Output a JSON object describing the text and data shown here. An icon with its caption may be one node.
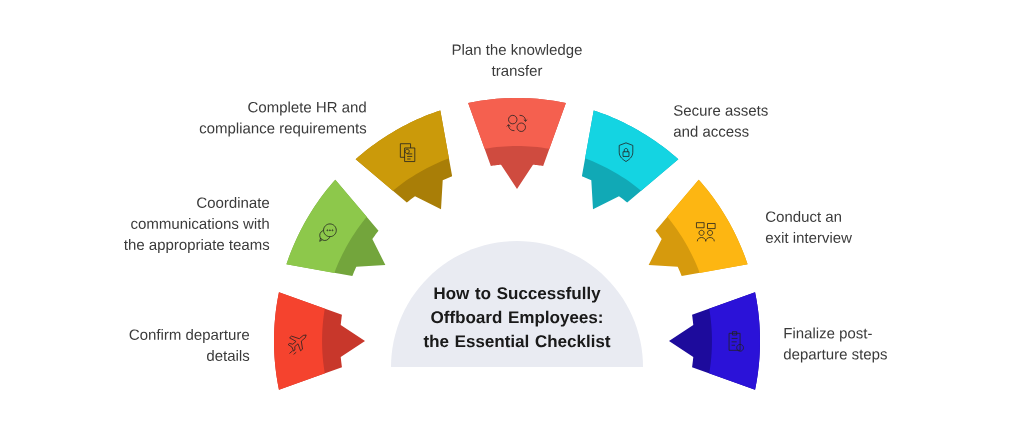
{
  "diagram": {
    "nodes": [
      {
        "text": [
          "How to Successfully Offboard Employees: the Essential Checklist"
        ]
      },
      {
        "text": [
          "Confirm departure details"
        ]
      },
      {
        "text": [
          "Coordinate communications with the appropriate teams"
        ]
      },
      {
        "text": [
          "Complete HR and compliance requirements"
        ]
      },
      {
        "text": [
          "Plan the knowledge transfer"
        ]
      },
      {
        "text": [
          "Secure assets and access"
        ]
      },
      {
        "text": [
          "Conduct an exit interview"
        ]
      },
      {
        "text": [
          "Finalize post-departure steps"
        ]
      }
    ]
  }
}
